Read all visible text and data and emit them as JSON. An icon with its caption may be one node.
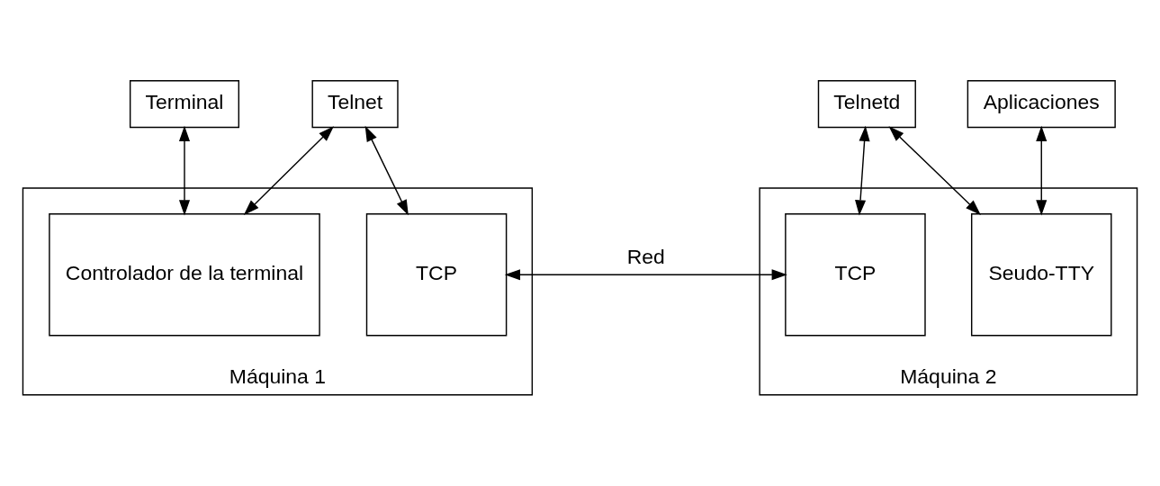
{
  "diagram": {
    "nodes": [
      {
        "text": [
          "Terminal"
        ]
      },
      {
        "text": [
          "Telnet"
        ]
      },
      {
        "text": [
          "Telnetd"
        ]
      },
      {
        "text": [
          "Aplicaciones"
        ]
      },
      {
        "text": [
          "Máquina 1"
        ]
      },
      {
        "text": [
          "Controlador de la terminal"
        ],
        "in": 4
      },
      {
        "text": [
          "TCP"
        ],
        "in": 4
      },
      {
        "text": [
          "Máquina 2"
        ]
      },
      {
        "text": [
          "TCP"
        ],
        "in": 7
      },
      {
        "text": [
          "Seudo-TTY"
        ],
        "in": 7
      }
    ],
    "edges": [
      {
        "from": 0,
        "to": 5,
        "arrow": "both"
      },
      {
        "from": 1,
        "to": 5,
        "arrow": "both"
      },
      {
        "from": 1,
        "to": 6,
        "arrow": "both"
      },
      {
        "from": 2,
        "to": 8,
        "arrow": "both"
      },
      {
        "from": 2,
        "to": 9,
        "arrow": "both"
      },
      {
        "from": 3,
        "to": 9,
        "arrow": "both"
      },
      {
        "from": 6,
        "to": 8,
        "label": "Red",
        "arrow": "both"
      }
    ]
  }
}
